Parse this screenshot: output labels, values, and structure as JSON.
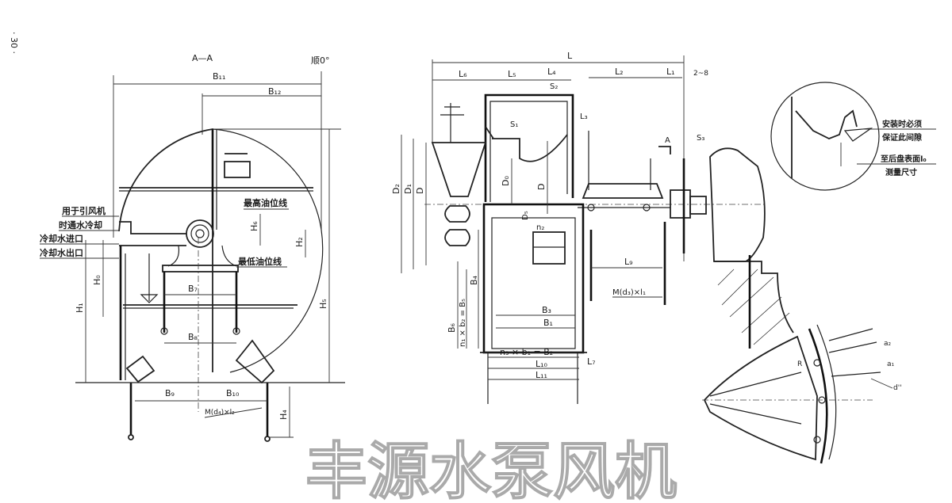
{
  "page_number": "· 30 ·",
  "watermark": "丰源水泵风机",
  "section_view": {
    "title": "A—A",
    "rotation": "顺0°",
    "dims": {
      "B11": "B₁₁",
      "B12": "B₁₂",
      "H6": "H₆",
      "H2": "H₂",
      "H0": "H₀",
      "H1": "H₁",
      "H5": "H₅",
      "H4": "H₄",
      "B7": "B₇",
      "B8": "B₈",
      "B9": "B₉",
      "B10": "B₁₀",
      "bolt": "M(d₄)×l₂"
    },
    "oil_high": "最高油位线",
    "oil_low": "最低油位线",
    "notes": [
      "用于引风机",
      "时通水冷却",
      "冷却水进口",
      "冷却水出口"
    ]
  },
  "side_view": {
    "dims": {
      "L": "L",
      "L6": "L₆",
      "L5": "L₅",
      "L4": "L₄",
      "L2": "L₂",
      "L1": "L₁",
      "gap": "2~8",
      "S2": "S₂",
      "L3": "L₃",
      "S1": "S₁",
      "S3": "S₃",
      "A": "A",
      "D2": "D₂",
      "D1": "D₁",
      "D": "D",
      "D0": "D₀",
      "D5": "D₅",
      "n2": "n₂",
      "B6": "B₆",
      "n1b2": "n₁ × b₂ = B₅",
      "B4": "B₄",
      "B3": "B₃",
      "B1": "B₁",
      "n3b1": "n₃ × b₁ = B₂",
      "L7": "L₇",
      "L10": "L₁₀",
      "L11": "L₁₁",
      "L9": "L₉",
      "bolt": "M(d₃)×l₁"
    }
  },
  "detail": {
    "note1": [
      "安装时必须",
      "保证此间隙"
    ],
    "note2": [
      "至后盘表面l₀",
      "测量尺寸"
    ]
  },
  "cone_detail": {
    "R": "R",
    "a1": "a₁",
    "a2": "a₂",
    "d": "d''"
  }
}
